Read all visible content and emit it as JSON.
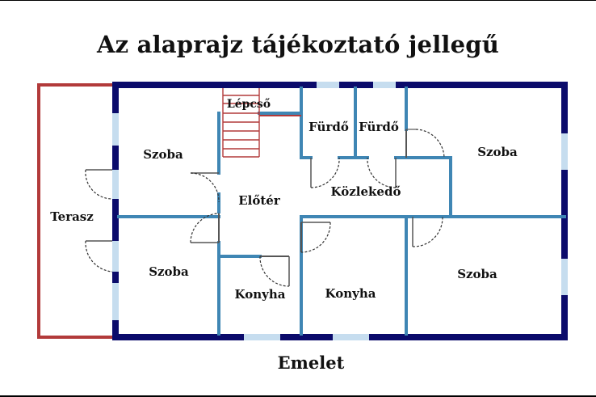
{
  "title": "Az alaprajz tájékoztató jellegű",
  "footer": "Emelet",
  "colors": {
    "outer_wall": "#0b0b6b",
    "inner_wall": "#3f86b4",
    "terrace": "#b23a3a",
    "window": "#c6ddef",
    "door_wall": "#555555"
  },
  "rooms": {
    "terrace": "Terasz",
    "room_top_left": "Szoba",
    "room_bottom_left": "Szoba",
    "stairs": "Lépcső",
    "bath_1": "Fürdő",
    "bath_2": "Fürdő",
    "room_top_right": "Szoba",
    "hall": "Előtér",
    "corridor": "Közlekedő",
    "kitchen_1": "Konyha",
    "kitchen_2": "Konyha",
    "room_bottom_right": "Szoba"
  }
}
